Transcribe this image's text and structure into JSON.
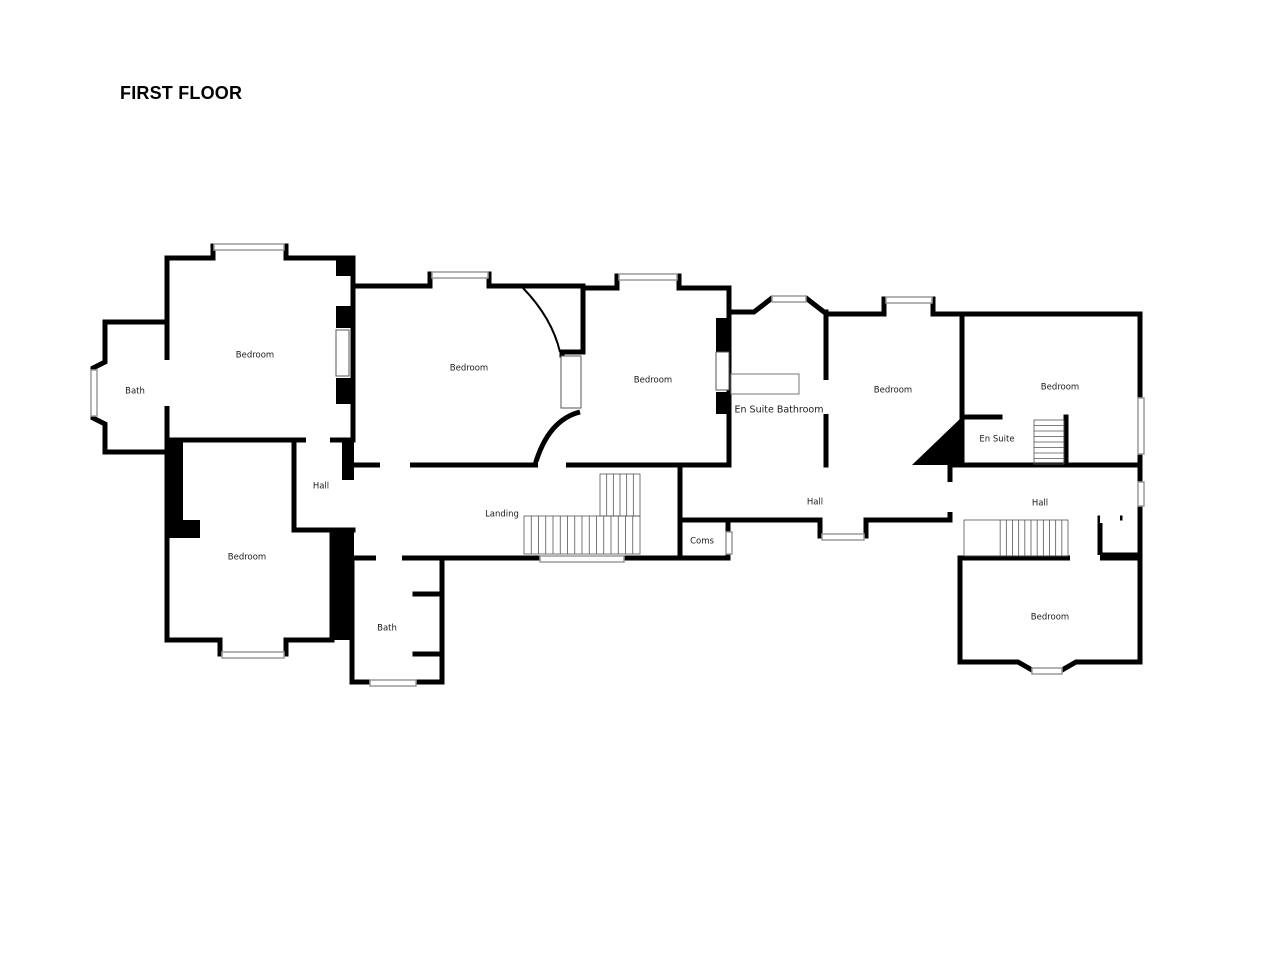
{
  "floor": {
    "title": "FIRST FLOOR",
    "rooms": [
      {
        "id": "bath-west",
        "label": "Bath"
      },
      {
        "id": "bedroom-1",
        "label": "Bedroom"
      },
      {
        "id": "bedroom-2",
        "label": "Bedroom"
      },
      {
        "id": "bedroom-3",
        "label": "Bedroom"
      },
      {
        "id": "en-suite-bathroom",
        "label": "En Suite Bathroom"
      },
      {
        "id": "bedroom-4",
        "label": "Bedroom"
      },
      {
        "id": "bedroom-5",
        "label": "Bedroom"
      },
      {
        "id": "en-suite",
        "label": "En Suite"
      },
      {
        "id": "hall-west",
        "label": "Hall"
      },
      {
        "id": "bedroom-6",
        "label": "Bedroom"
      },
      {
        "id": "landing",
        "label": "Landing"
      },
      {
        "id": "hall-centre",
        "label": "Hall"
      },
      {
        "id": "coms",
        "label": "Coms"
      },
      {
        "id": "hall-east",
        "label": "Hall"
      },
      {
        "id": "bath-south",
        "label": "Bath"
      },
      {
        "id": "bedroom-7",
        "label": "Bedroom"
      }
    ]
  },
  "colors": {
    "wall": "#000000",
    "background": "#ffffff",
    "stair": "#555555",
    "window": "#9a9a9a"
  }
}
